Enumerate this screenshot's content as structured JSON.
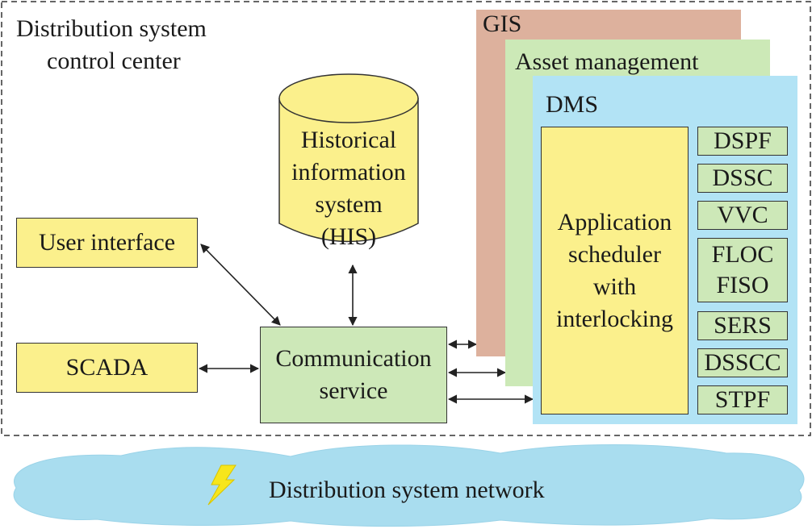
{
  "control_center": {
    "line1": "Distribution system",
    "line2": "control center"
  },
  "layers": {
    "gis": "GIS",
    "asset_management": "Asset management",
    "dms": "DMS"
  },
  "his": {
    "line1": "Historical",
    "line2": "information",
    "line3": "system",
    "line4": "(HIS)"
  },
  "user_interface": "User interface",
  "scada": "SCADA",
  "communication": {
    "line1": "Communication",
    "line2": "service"
  },
  "scheduler": {
    "line1": "Application",
    "line2": "scheduler",
    "line3": "with",
    "line4": "interlocking"
  },
  "apps": {
    "dspf": "DSPF",
    "dssc": "DSSC",
    "vvc": "VVC",
    "floc": "FLOC",
    "fiso": "FISO",
    "sers": "SERS",
    "dsscc": "DSSCC",
    "stpf": "STPF"
  },
  "network": "Distribution system network",
  "colors": {
    "gis": "#ddb19d",
    "asset": "#cce9b7",
    "dms": "#b2e3f5",
    "yellow": "#fbf08c",
    "green": "#cde8b8",
    "cloud": "#a9ddef"
  }
}
